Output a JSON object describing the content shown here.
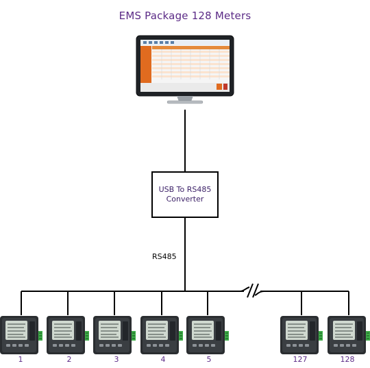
{
  "title": "EMS Package 128 Meters",
  "converter": {
    "line1": "USB To RS485",
    "line2": "Converter"
  },
  "bus_label": "RS485",
  "meters": [
    {
      "label": "1"
    },
    {
      "label": "2"
    },
    {
      "label": "3"
    },
    {
      "label": "4"
    },
    {
      "label": "5"
    },
    {
      "label": "127"
    },
    {
      "label": "128"
    }
  ],
  "colors": {
    "title": "#5b2a86",
    "wire": "#000000",
    "meter_body": "#2a2d30",
    "meter_screen": "#cfd8cf",
    "terminal": "#3fae49",
    "monitor_app_accent": "#e06b1f"
  },
  "icons": [
    "computer-monitor-icon",
    "power-meter-icon",
    "break-symbol-icon"
  ]
}
